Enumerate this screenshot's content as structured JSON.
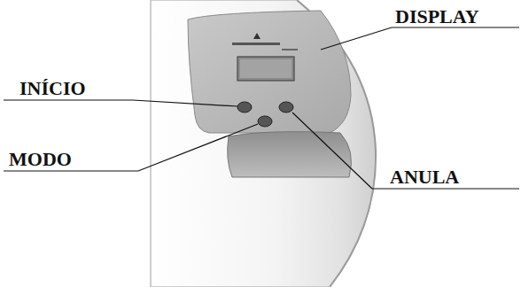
{
  "diagram": {
    "labels": [
      "DISPLAY",
      "INÍCIO",
      "MODO",
      "ANULA"
    ]
  }
}
